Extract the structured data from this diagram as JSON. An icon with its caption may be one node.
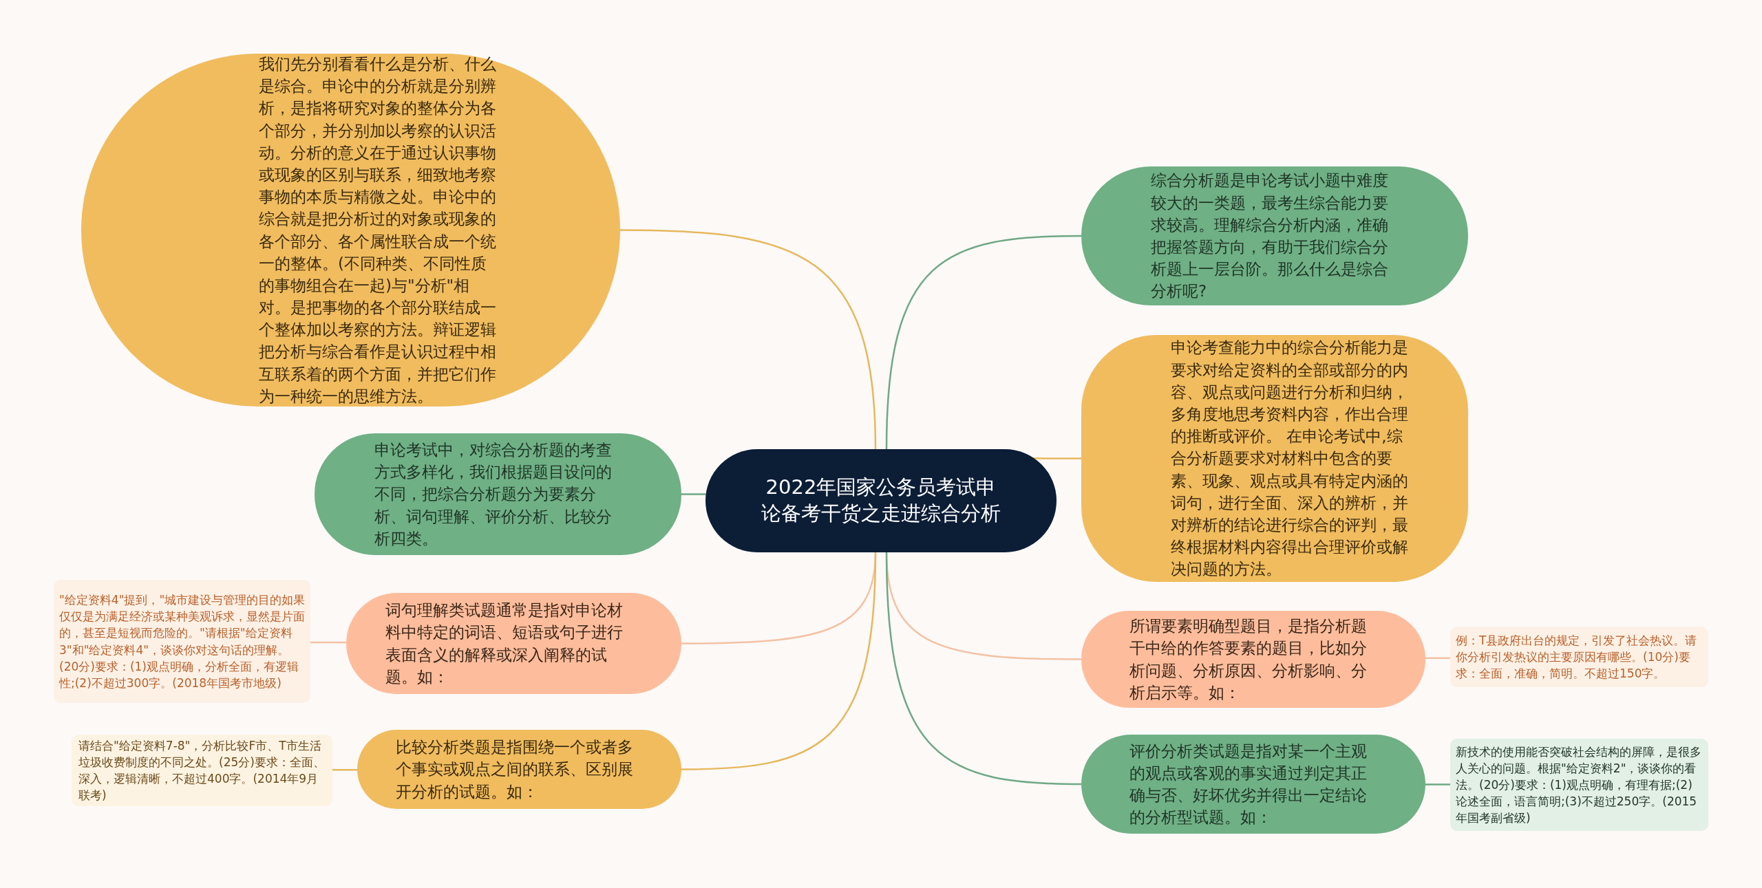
{
  "diagram": {
    "nodes": [
      {
        "text": [
          "2022年国家公务员考试申论备考干货之走进综合分析"
        ]
      },
      {
        "text": [
          "我们先分别看看什么是分析、什么是综合。申论中的分析就是分别辨析，是指将研究对象的整体分为各个部分，并分别加以考察的认识活动。分析的意义在于通过认识事物或现象的区别与联系，细致地考察事物的本质与精微之处。申论中的综合就是把分析过的对象或现象的各个部分、各个属性联合成一个统一的整体。(不同种类、不同性质的事物组合在一起)与\"分析\"相对。是把事物的各个部分联结成一个整体加以考察的方法。辩证逻辑把分析与综合看作是认识过程中相互联系着的两个方面，并把它们作为一种统一的思维方法。"
        ]
      },
      {
        "text": [
          "申论考试中，对综合分析题的考查方式多样化，我们根据题目设问的不同，把综合分析题分为要素分析、词句理解、评价分析、比较分析四类。"
        ]
      },
      {
        "text": [
          "词句理解类试题通常是指对申论材料中特定的词语、短语或句子进行表面含义的解释或深入阐释的试题。如："
        ]
      },
      {
        "text": [
          "\"给定资料4\"提到，\"城市建设与管理的目的如果仅仅是为满足经济或某种美观诉求，显然是片面的，甚至是短视而危险的。\"请根据\"给定资料3\"和\"给定资料4\"，谈谈你对这句话的理解。(20分)要求：(1)观点明确，分析全面，有逻辑性;(2)不超过300字。(2018年国考市地级)"
        ]
      },
      {
        "text": [
          "比较分析类题是指围绕一个或者多个事实或观点之间的联系、区别展开分析的试题。如："
        ]
      },
      {
        "text": [
          "请结合\"给定资料7-8\"，分析比较F市、T市生活垃圾收费制度的不同之处。(25分)要求：全面、深入，逻辑清晰，不超过400字。(2014年9月联考)"
        ]
      },
      {
        "text": [
          "综合分析题是申论考试小题中难度较大的一类题，最考生综合能力要求较高。理解综合分析内涵，准确把握答题方向，有助于我们综合分析题上一层台阶。那么什么是综合分析呢?"
        ]
      },
      {
        "text": [
          "申论考查能力中的综合分析能力是要求对给定资料的全部或部分的内容、观点或问题进行分析和归纳，多角度地思考资料内容，作出合理的推断或评价。 在申论考试中,综合分析题要求对材料中包含的要素、现象、观点或具有特定内涵的词句，进行全面、深入的辨析，并对辨析的结论进行综合的评判，最终根据材料内容得出合理评价或解决问题的方法。"
        ]
      },
      {
        "text": [
          "所谓要素明确型题目，是指分析题干中给的作答要素的题目，比如分析问题、分析原因、分析影响、分析启示等。如："
        ]
      },
      {
        "text": [
          "例：T县政府出台的规定，引发了社会热议。请你分析引发热议的主要原因有哪些。(10分)要求：全面，准确，简明。不超过150字。"
        ]
      },
      {
        "text": [
          "评价分析类试题是指对某一个主观的观点或客观的事实通过判定其正确与否、好坏优劣并得出一定结论的分析型试题。如："
        ]
      },
      {
        "text": [
          "新技术的使用能否突破社会结构的屏障，是很多人关心的问题。根据\"给定资料2\"，谈谈你的看法。(20分)要求：(1)观点明确，有理有据;(2)论述全面，语言简明;(3)不超过250字。(2015年国考副省级)"
        ]
      }
    ],
    "edges": [
      {
        "from": 0,
        "to": 1,
        "arrow": "none",
        "color": "#e6b85e"
      },
      {
        "from": 0,
        "to": 2,
        "arrow": "none",
        "color": "#6fa885"
      },
      {
        "from": 0,
        "to": 3,
        "arrow": "none",
        "color": "#f3c2a4"
      },
      {
        "from": 3,
        "to": 4,
        "arrow": "none",
        "color": "#f3c2a4"
      },
      {
        "from": 0,
        "to": 5,
        "arrow": "none",
        "color": "#e6b85e"
      },
      {
        "from": 5,
        "to": 6,
        "arrow": "none",
        "color": "#e6b85e"
      },
      {
        "from": 0,
        "to": 7,
        "arrow": "none",
        "color": "#6fa885"
      },
      {
        "from": 0,
        "to": 8,
        "arrow": "none",
        "color": "#e6b85e"
      },
      {
        "from": 0,
        "to": 9,
        "arrow": "none",
        "color": "#f3c2a4"
      },
      {
        "from": 9,
        "to": 10,
        "arrow": "none",
        "color": "#f3c2a4"
      },
      {
        "from": 0,
        "to": 11,
        "arrow": "none",
        "color": "#6fa885"
      },
      {
        "from": 11,
        "to": 12,
        "arrow": "none",
        "color": "#6fa885"
      }
    ]
  }
}
